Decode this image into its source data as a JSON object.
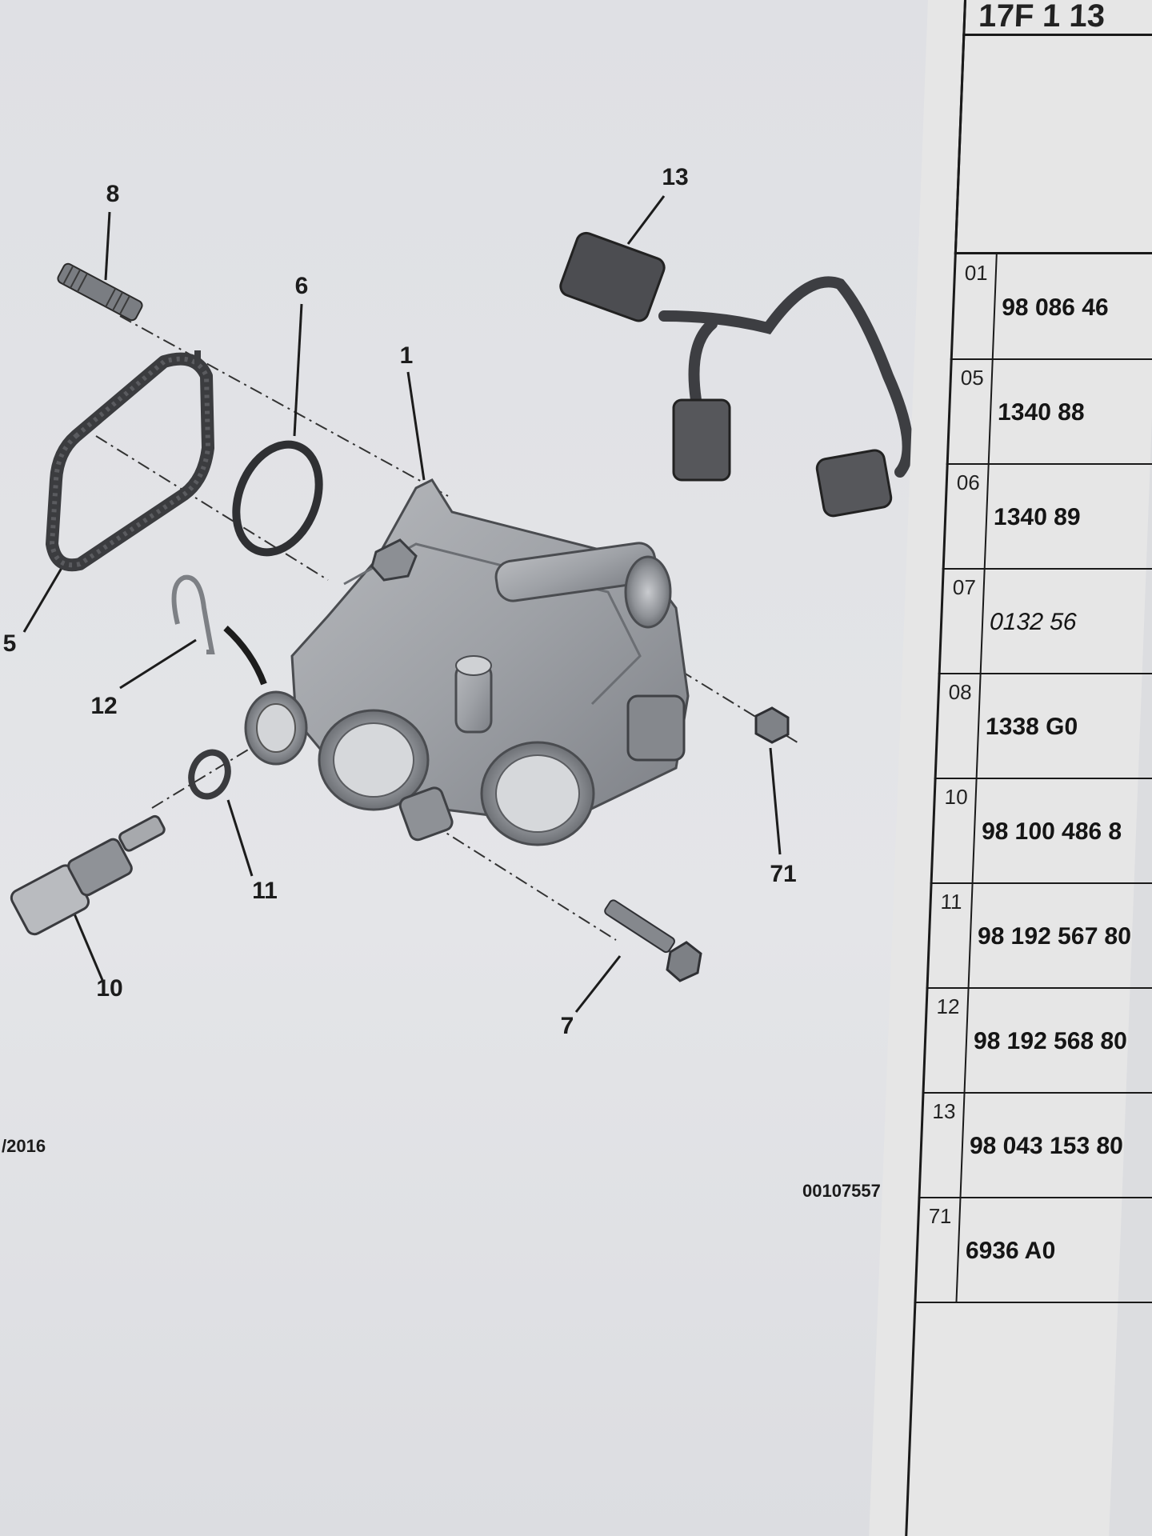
{
  "header": {
    "code": "17F 1 13"
  },
  "callouts": {
    "c1": "1",
    "c5": "5",
    "c6": "6",
    "c7": "7",
    "c8": "8",
    "c10": "10",
    "c11": "11",
    "c12": "12",
    "c13": "13",
    "c71": "71"
  },
  "footer": {
    "date": "/2016",
    "ref": "00107557"
  },
  "parts": [
    {
      "index": "01",
      "number": "98 086 46"
    },
    {
      "index": "05",
      "number": "1340 88"
    },
    {
      "index": "06",
      "number": "1340 89"
    },
    {
      "index": "07",
      "number": "0132 56"
    },
    {
      "index": "08",
      "number": "1338 G0"
    },
    {
      "index": "10",
      "number": "98 100 486 8"
    },
    {
      "index": "11",
      "number": "98 192 567 80"
    },
    {
      "index": "12",
      "number": "98 192 568 80"
    },
    {
      "index": "13",
      "number": "98 043 153 80"
    },
    {
      "index": "71",
      "number": "6936 A0"
    }
  ]
}
